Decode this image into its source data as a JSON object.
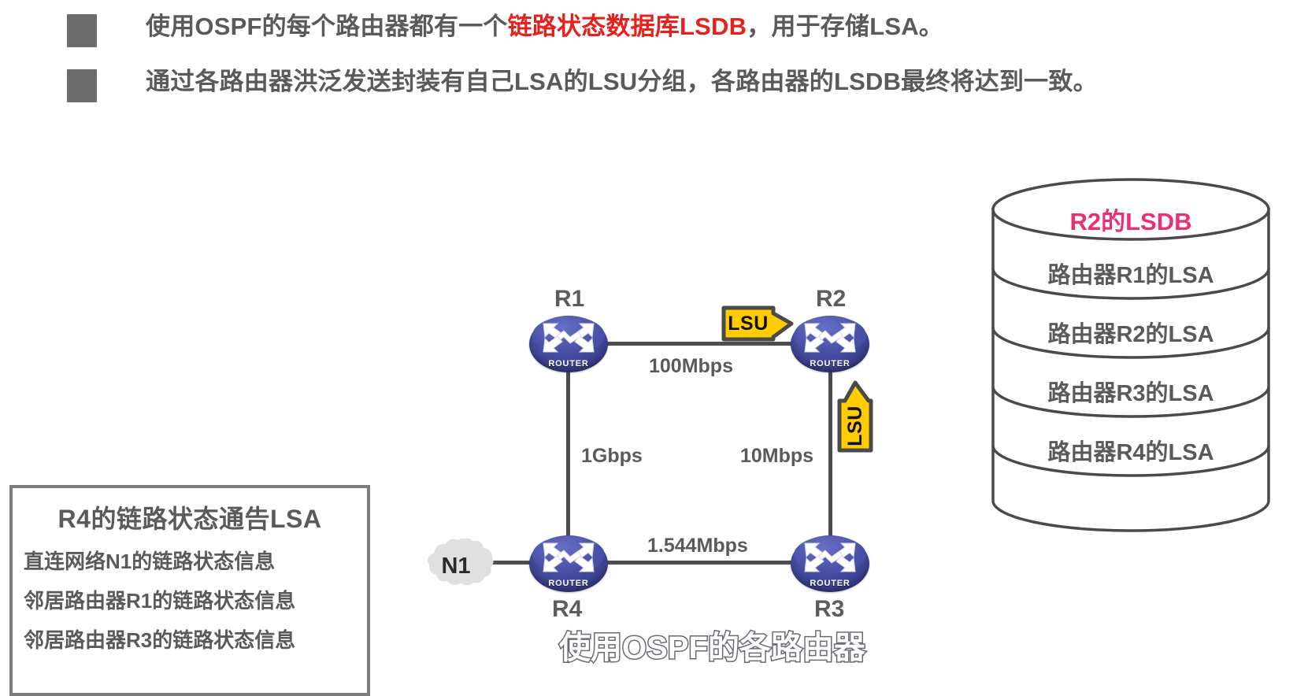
{
  "slide": {
    "bullets": [
      {
        "marker": "square-bullet",
        "pre": "使用OSPF的每个路由器都有一个",
        "highlight": "链路状态数据库LSDB",
        "post": "，用于存储LSA。"
      },
      {
        "marker": "square-bullet",
        "pre": "通过各路由器洪泛发送封装有自己LSA的LSU分组，各路由器的LSDB最终将达到一致。",
        "highlight": "",
        "post": ""
      }
    ],
    "caption": "使用OSPF的各路由器"
  },
  "network": {
    "routers": [
      {
        "id": "r1",
        "label": "R1",
        "chip": "ROUTER"
      },
      {
        "id": "r2",
        "label": "R2",
        "chip": "ROUTER"
      },
      {
        "id": "r3",
        "label": "R3",
        "chip": "ROUTER"
      },
      {
        "id": "r4",
        "label": "R4",
        "chip": "ROUTER"
      }
    ],
    "cloud": {
      "label": "N1"
    },
    "links": [
      {
        "from": "R1",
        "to": "R2",
        "speed": "100Mbps"
      },
      {
        "from": "R1",
        "to": "R4",
        "speed": "1Gbps"
      },
      {
        "from": "R2",
        "to": "R3",
        "speed": "10Mbps"
      },
      {
        "from": "R4",
        "to": "R3",
        "speed": "1.544Mbps"
      }
    ],
    "packets": [
      {
        "id": "lsu-to-r2-horizontal",
        "label": "LSU",
        "direction": "right"
      },
      {
        "id": "lsu-to-r2-vertical",
        "label": "LSU",
        "direction": "up"
      }
    ]
  },
  "lsa_box": {
    "title": "R4的链路状态通告LSA",
    "items": [
      "直连网络N1的链路状态信息",
      "邻居路由器R1的链路状态信息",
      "邻居路由器R3的链路状态信息"
    ]
  },
  "lsdb": {
    "title": "R2的LSDB",
    "rows": [
      "路由器R1的LSA",
      "路由器R2的LSA",
      "路由器R3的LSA",
      "路由器R4的LSA"
    ]
  },
  "colors": {
    "highlight_red": "#e8201b",
    "lsdb_pink": "#ea2f74",
    "router_blue": "#434b9e",
    "packet_yellow": "#ffcc00",
    "text_gray": "#5a5a5a",
    "line_gray": "#4d4d4d"
  }
}
